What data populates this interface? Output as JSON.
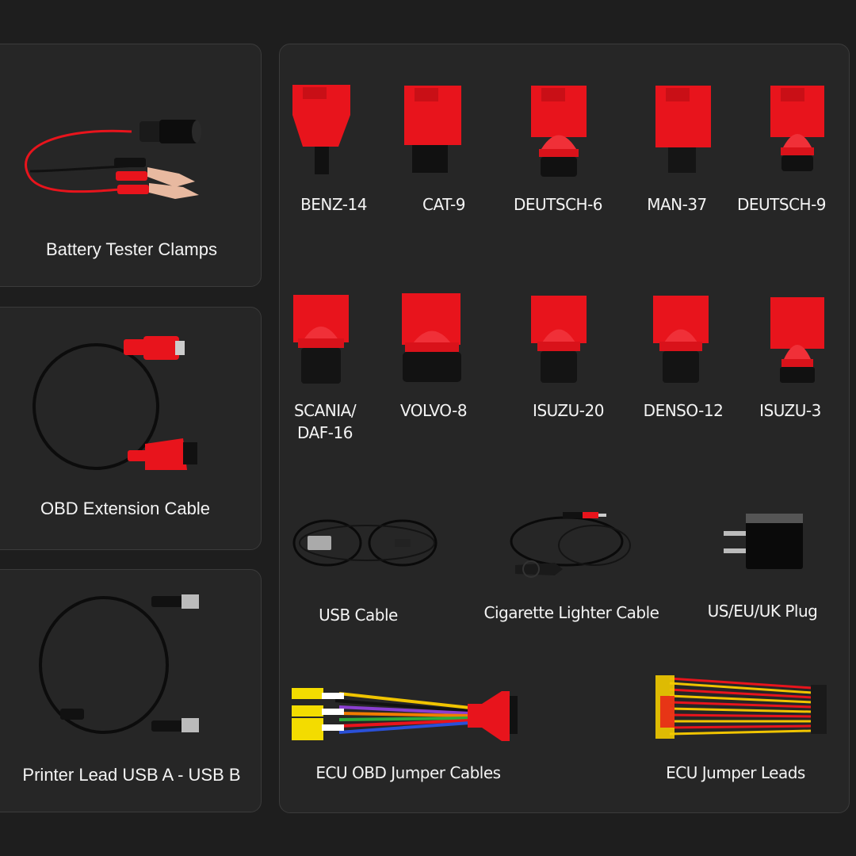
{
  "page": {
    "background": "#1e1e1e",
    "card_background": "#262626",
    "card_border": "#3b3b3b",
    "accent_red": "#e8141c"
  },
  "left_panel": {
    "items": [
      {
        "label": "Battery Tester Clamps",
        "icon": "battery-clamps-icon"
      },
      {
        "label": "OBD Extension Cable",
        "icon": "obd-extension-cable-icon"
      },
      {
        "label": "Printer Lead USB A - USB B",
        "icon": "printer-lead-icon"
      }
    ]
  },
  "adapters": {
    "row1": [
      {
        "label": "BENZ-14"
      },
      {
        "label": "CAT-9"
      },
      {
        "label": "DEUTSCH-6"
      },
      {
        "label": "MAN-37"
      },
      {
        "label": "DEUTSCH-9"
      }
    ],
    "row2": [
      {
        "label": "SCANIA/",
        "label2": "DAF-16"
      },
      {
        "label": "VOLVO-8"
      },
      {
        "label": "ISUZU-20"
      },
      {
        "label": "DENSO-12"
      },
      {
        "label": "ISUZU-3"
      }
    ]
  },
  "accessories": [
    {
      "label": "USB Cable",
      "icon": "usb-cable-icon"
    },
    {
      "label": "Cigarette Lighter Cable",
      "icon": "cigarette-lighter-cable-icon"
    },
    {
      "label": "US/EU/UK Plug",
      "icon": "power-plug-icon"
    }
  ],
  "jumpers": [
    {
      "label": "ECU OBD Jumper Cables",
      "icon": "ecu-obd-jumper-cables-icon"
    },
    {
      "label": "ECU Jumper Leads",
      "icon": "ecu-jumper-leads-icon"
    }
  ]
}
